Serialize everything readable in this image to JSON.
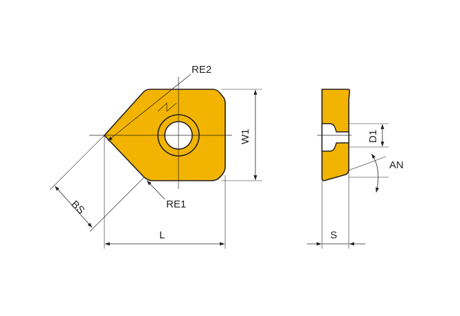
{
  "colors": {
    "insert_fill": "#f2b400",
    "line": "#231f20",
    "background": "#ffffff"
  },
  "labels": {
    "re2": "RE2",
    "re1": "RE1",
    "w1": "W1",
    "bs": "BS",
    "l": "L",
    "d1": "D1",
    "an": "AN",
    "s": "S"
  }
}
